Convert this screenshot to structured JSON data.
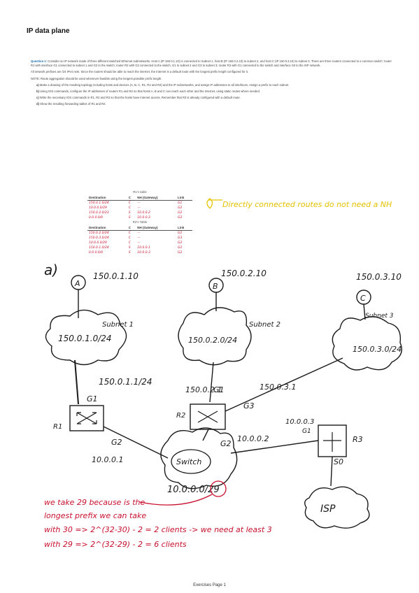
{
  "page": {
    "title": "IP data plane",
    "footer": "Exercises Page 1"
  },
  "question": {
    "head": "Question 1:",
    "intro": "Consider an IP network made of three different switched Ethernet subnetworks. Host A (IP 150.0.1.10) is connected to Subnet 1, host B (IP 150.0.2.10) to subnet 2, and host C (IP 150.0.3.10) to subnet 3. There are three routers connected to a common switch: router R1 with interface G1 connected to subnet 1 and G2 to the switch; router R2 with G2 connected to the switch, G1 to subnet 2 and G3 to subnet 3; router R3 with G1 connected to the switch and interface S0 to the ISP network.",
    "note": "All network prefixes are /24 IPv4 nets. Since the routers should be able to reach the internet, the Internet is a default route with the longest prefix length configured for it.",
    "note2": "NOTE: Route aggregation should be used whenever feasible using the longest possible prefix length.",
    "items": [
      {
        "letter": "a)",
        "text": "Make a drawing of the resulting topology including hosts and devices (A, B, C, R1, R2 and R3) and the IP subnetworks, and assign IP addresses to all interfaces. Assign a prefix to each subnet."
      },
      {
        "letter": "b)",
        "text": "Using IOS commands, configure the IP addresses of routers R1 and R2 so that hosts A, B and C can reach each other and the Internet, using static routes where needed."
      },
      {
        "letter": "c)",
        "text": "Write the necessary IOS commands in R1, R2 and R3 so that the hosts have internet access. Remember that R3 is already configured with a default route."
      },
      {
        "letter": "d)",
        "text": "Show the resulting forwarding tables of R1 and R2."
      }
    ]
  },
  "tables": {
    "r1_caption": "R1's table",
    "r2_caption": "R2's Table",
    "headers": [
      "Destination",
      "C",
      "NH (Gateway)",
      "Link"
    ],
    "r1_rows": [
      [
        "150.0.1.0/24",
        "C",
        "—",
        "G1"
      ],
      [
        "10.0.0.0/29",
        "C",
        "—",
        "G2"
      ],
      [
        "150.0.2.0/23",
        "S",
        "10.0.0.2",
        "G2"
      ],
      [
        "0.0.0.0/0",
        "S",
        "10.0.0.3",
        "G2"
      ]
    ],
    "r2_rows": [
      [
        "150.0.2.0/24",
        "C",
        "—",
        "G2"
      ],
      [
        "150.0.3.0/24",
        "C",
        "—",
        "G3"
      ],
      [
        "10.0.0.0/29",
        "C",
        "—",
        "G2"
      ],
      [
        "150.0.1.0/24",
        "S",
        "10.0.0.1",
        "G2"
      ],
      [
        "0.0.0.0/0",
        "S",
        "10.0.0.3",
        "G2"
      ]
    ]
  },
  "annotations": {
    "directly_connected": "Directly connected routes do not need a NH",
    "part_a": "a)",
    "note_line1": "we take 29 because is the",
    "note_line2": "longest prefix we can take",
    "note_line3": "with 30 => 2^(32-30) - 2 = 2 clients -> we need at least 3",
    "note_line4": "with 29 => 2^(32-29) - 2 = 6 clients"
  },
  "diagram": {
    "host_a": {
      "label": "A",
      "ip": "150.0.1.10"
    },
    "host_b": {
      "label": "B",
      "ip": "150.0.2.10"
    },
    "host_c": {
      "label": "C",
      "ip": "150.0.3.10"
    },
    "subnet1": {
      "name": "Subnet 1",
      "prefix": "150.0.1.0/24"
    },
    "subnet2": {
      "name": "Subnet 2",
      "prefix": "150.0.2.0/24"
    },
    "subnet3": {
      "name": "Subnet 3",
      "prefix": "150.0.3.0/24"
    },
    "r1": {
      "name": "R1",
      "g1": "G1",
      "g1_ip": "150.0.1.1/24",
      "g2": "G2",
      "g2_ip": "10.0.0.1"
    },
    "r2": {
      "name": "R2",
      "g1": "G1",
      "g1_ip": "150.0.2.1",
      "g2": "G2",
      "g2_ip": "10.0.0.2",
      "g3": "G3",
      "g3_ip": "150.0.3.1"
    },
    "r3": {
      "name": "R3",
      "g1": "G1",
      "g1_ip": "10.0.0.3",
      "s0": "S0"
    },
    "switch": {
      "label": "Switch",
      "prefix": "10.0.0.0/29"
    },
    "isp": {
      "label": "ISP"
    }
  },
  "colors": {
    "ink": "#1a1a1a",
    "red": "#c8102e",
    "yellow": "#e6c200",
    "blue_heading": "#1f6fb0"
  }
}
